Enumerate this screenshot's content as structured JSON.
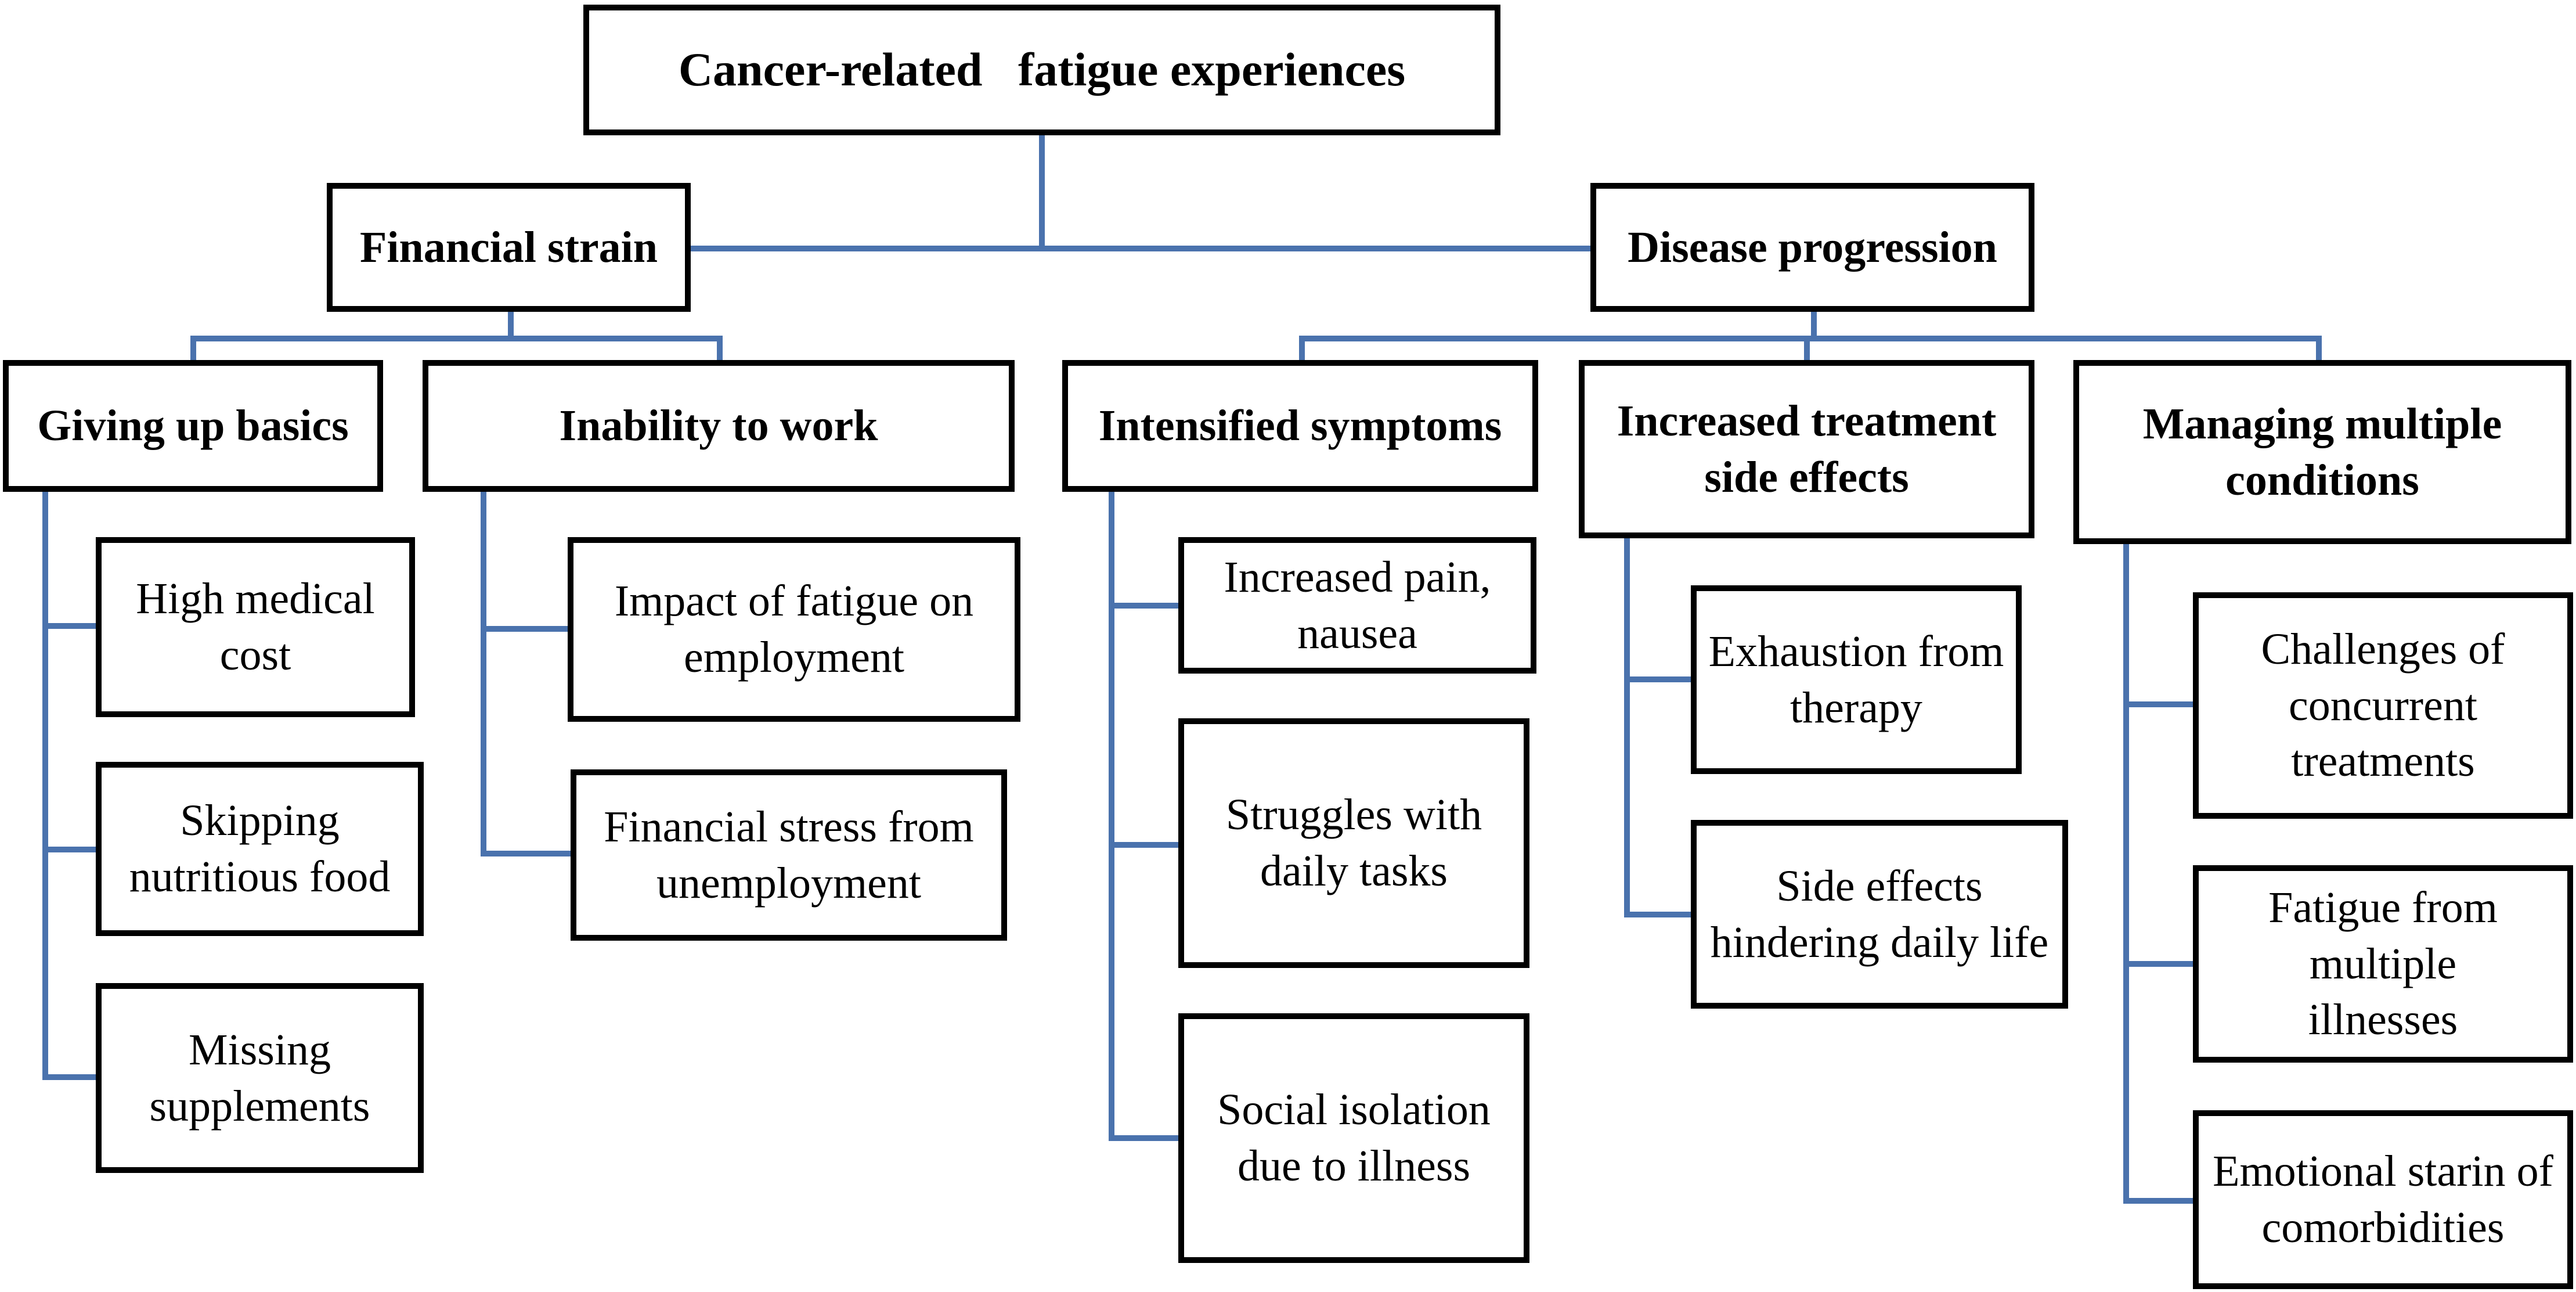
{
  "diagram": {
    "title": "Cancer-related   fatigue experiences",
    "themes": [
      {
        "label": "Financial strain",
        "subthemes": [
          {
            "label": "Giving up basics",
            "items": [
              "High medical cost",
              "Skipping nutritious food",
              "Missing supplements"
            ]
          },
          {
            "label": "Inability to work",
            "items": [
              "Impact of fatigue on employment",
              "Financial stress from unemployment"
            ]
          }
        ]
      },
      {
        "label": "Disease progression",
        "subthemes": [
          {
            "label": "Intensified symptoms",
            "items": [
              "Increased pain, nausea",
              "Struggles with daily tasks",
              "Social isolation due to illness"
            ]
          },
          {
            "label": "Increased treatment side effects",
            "items": [
              "Exhaustion from therapy",
              "Side effects hindering daily life"
            ]
          },
          {
            "label": "Managing multiple conditions",
            "items": [
              "Challenges of concurrent treatments",
              "Fatigue from multiple illnesses",
              "Emotional starin of comorbidities"
            ]
          }
        ]
      }
    ]
  },
  "colors": {
    "connector": "#4a72ad",
    "box_border": "#000000",
    "background": "#ffffff"
  }
}
